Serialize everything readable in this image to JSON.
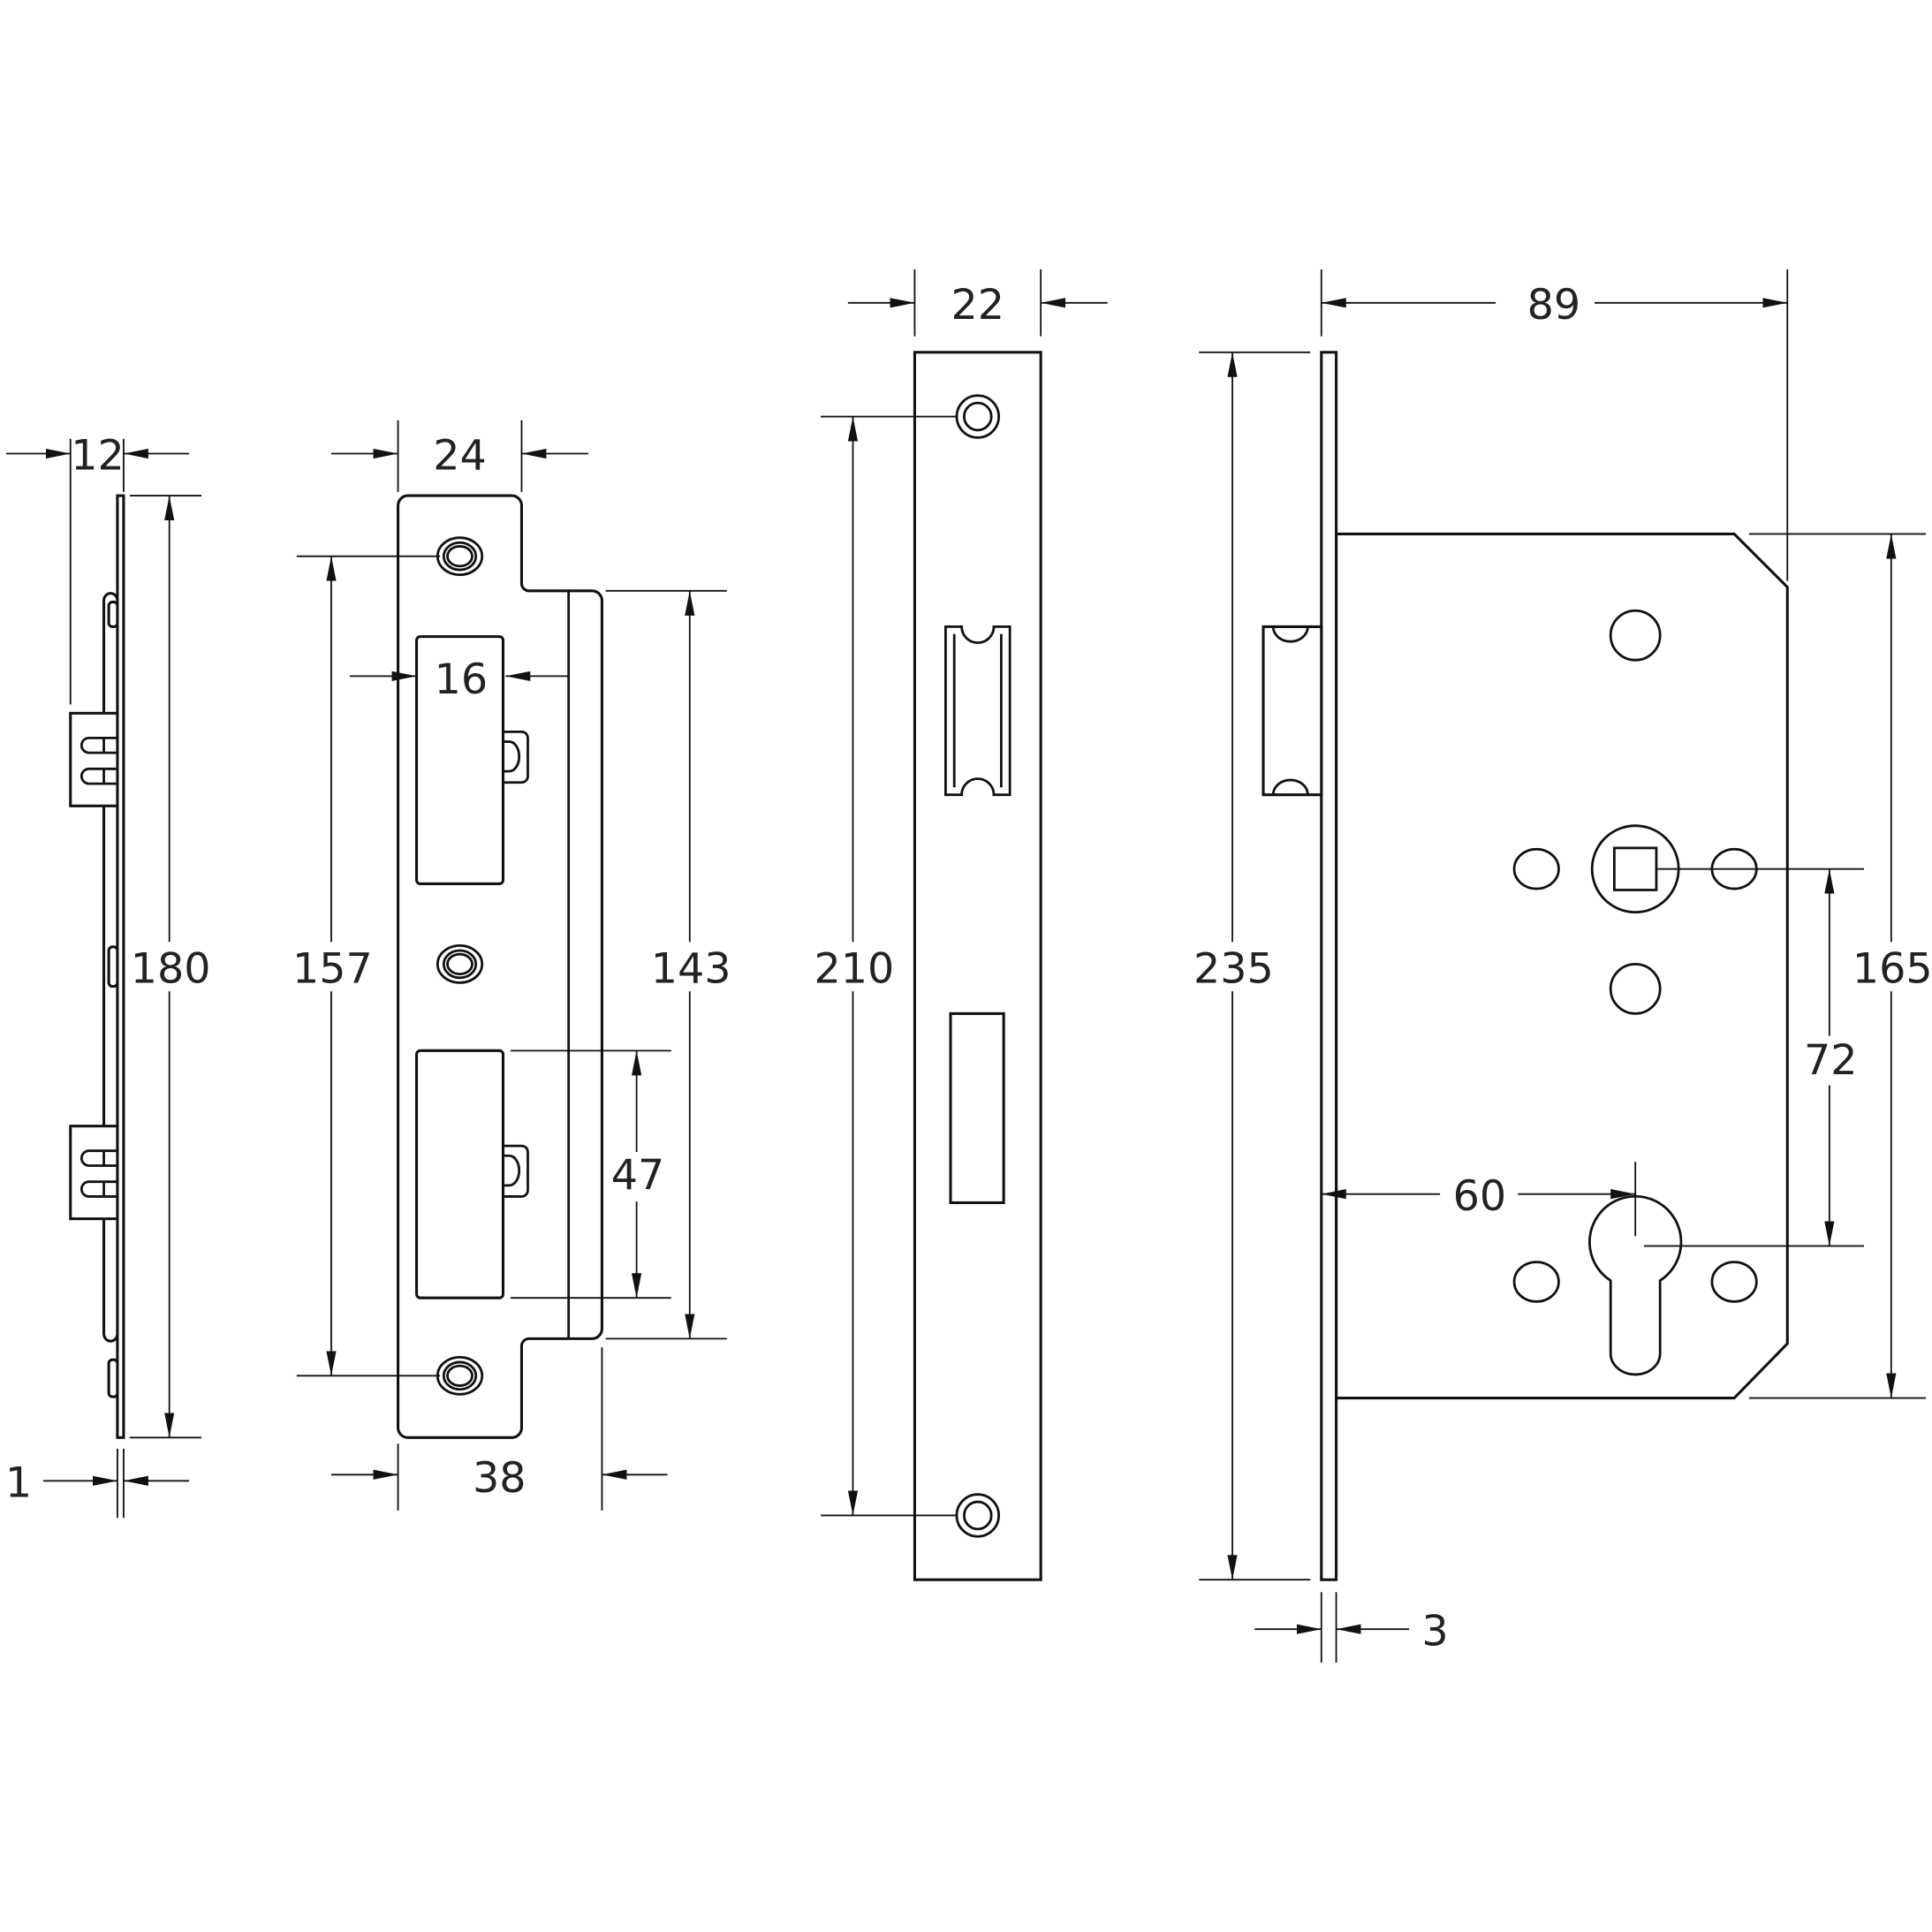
{
  "side_view": {
    "width": "12",
    "height": "180",
    "thickness": "1"
  },
  "strike_plate": {
    "width": "24",
    "opening_width": "16",
    "fixing_centres": "157",
    "lip_height": "143",
    "opening_height": "47",
    "overall_width": "38"
  },
  "forend": {
    "width": "22",
    "fixing_centres": "210"
  },
  "lock_case": {
    "case_depth": "89",
    "forend_height": "235",
    "case_height": "165",
    "centres": "72",
    "backset": "60",
    "forend_thickness": "3"
  }
}
